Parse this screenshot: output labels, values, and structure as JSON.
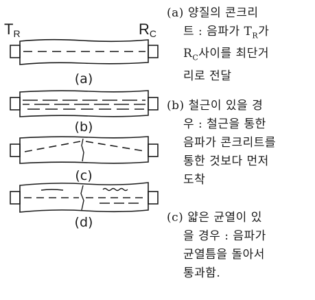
{
  "transducers": {
    "transmitter": "T",
    "transmitter_sub": "R",
    "receiver": "R",
    "receiver_sub": "C"
  },
  "specimens": [
    {
      "id": "a",
      "label": "(a)"
    },
    {
      "id": "b",
      "label": "(b)"
    },
    {
      "id": "c",
      "label": "(c)"
    },
    {
      "id": "d",
      "label": "(d)"
    }
  ],
  "captions": [
    {
      "marker": "(a)",
      "lines": [
        "양질의 콘크리",
        "트 : 음파가 T",
        "가",
        "R",
        "사이를 최단거",
        "리로 전달"
      ],
      "subscripts": [
        "R",
        "C"
      ]
    },
    {
      "marker": "(b)",
      "lines": [
        "철근이 있을 경",
        "우 : 철근을 통한",
        "음파가 콘크리트를",
        "통한 것보다 먼저",
        "도착"
      ]
    },
    {
      "marker": "(c)",
      "lines": [
        "얇은 균열이 있",
        "을 경우 : 음파가",
        "균열틈을 돌아서",
        "통과함."
      ]
    }
  ],
  "colors": {
    "ink": "#1a1a1a",
    "background": "#ffffff"
  }
}
